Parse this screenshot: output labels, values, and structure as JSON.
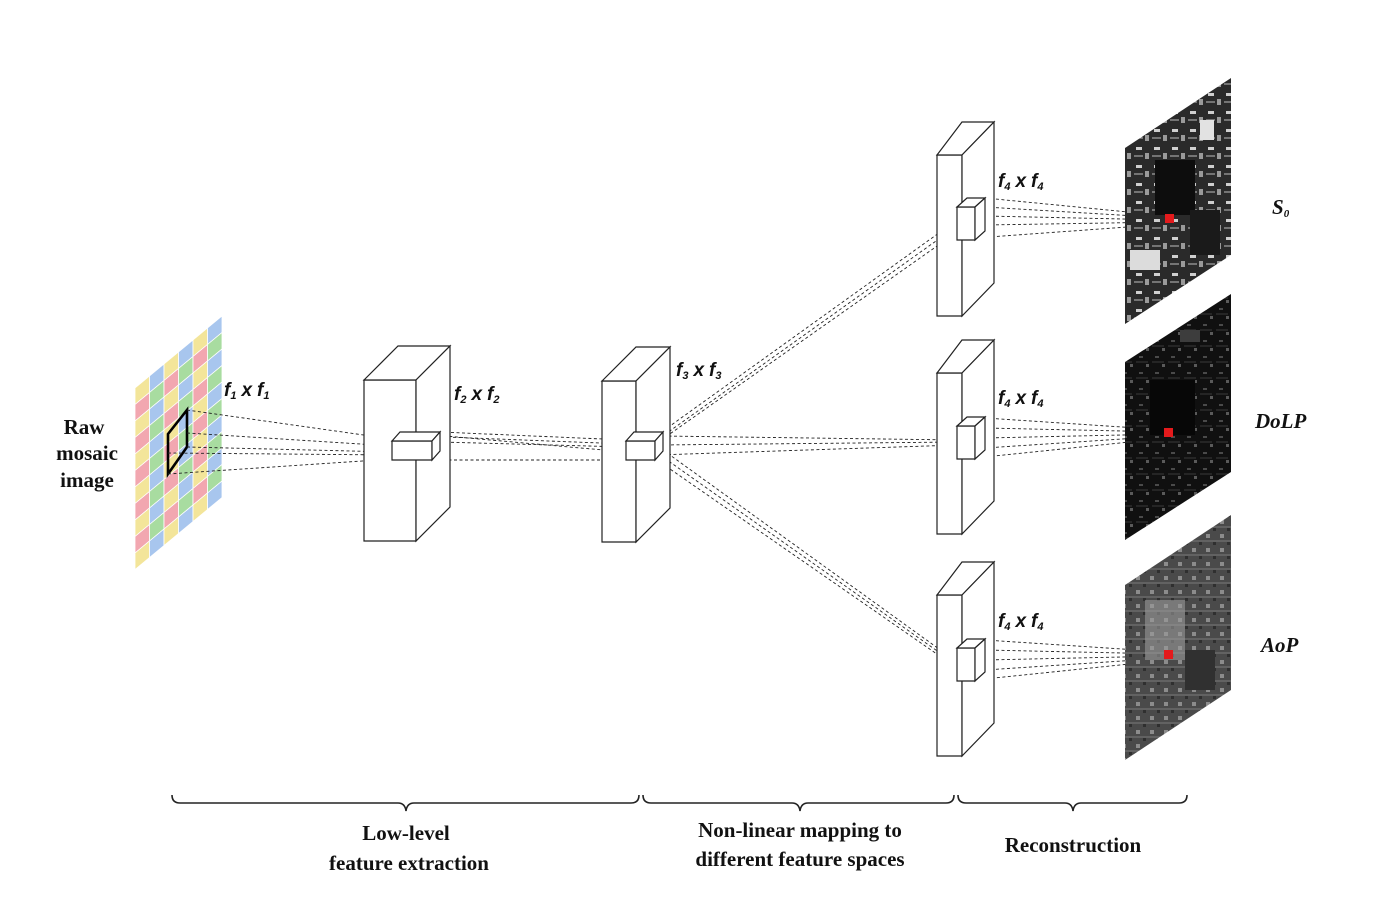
{
  "input": {
    "label_lines": [
      "Raw",
      "mosaic",
      "image"
    ],
    "mosaic_colors": [
      "#f3e59a",
      "#a8c6ee",
      "#f2a7b0",
      "#a8dca0"
    ]
  },
  "kernels": {
    "k1": {
      "f": "f",
      "sub": "1",
      "x": "x"
    },
    "k2": {
      "f": "f",
      "sub": "2",
      "x": "x"
    },
    "k3": {
      "f": "f",
      "sub": "3",
      "x": "x"
    },
    "k4_top": {
      "f": "f",
      "sub": "4",
      "x": "x"
    },
    "k4_mid": {
      "f": "f",
      "sub": "4",
      "x": "x"
    },
    "k4_bot": {
      "f": "f",
      "sub": "4",
      "x": "x"
    }
  },
  "outputs": {
    "s0": {
      "main": "S",
      "sub": "0"
    },
    "dolp": {
      "label": "DoLP"
    },
    "aop": {
      "label": "AoP"
    }
  },
  "stages": {
    "feature_extraction": [
      "Low-level",
      "feature extraction"
    ],
    "nonlinear_mapping": [
      "Non-linear mapping to",
      "different feature spaces"
    ],
    "reconstruction": [
      "Reconstruction"
    ]
  },
  "colors": {
    "marker_red": "#e41a1c",
    "image_dark": "#111111"
  }
}
